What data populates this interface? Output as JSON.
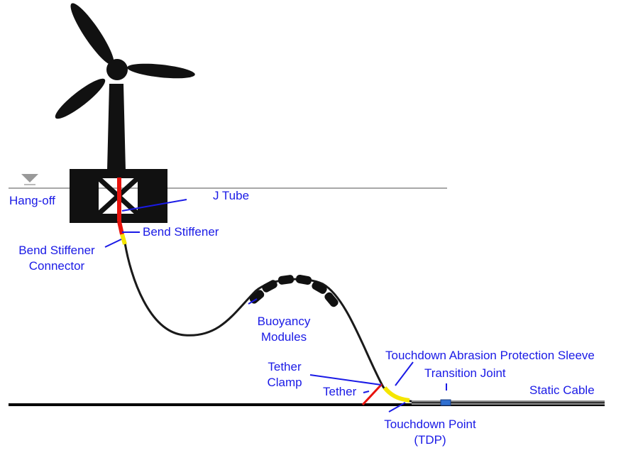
{
  "labels": {
    "hang_off": "Hang-off",
    "j_tube": "J Tube",
    "bend_stiffener": "Bend Stiffener",
    "bend_stiffener_connector": [
      "Bend Stiffener",
      "Connector"
    ],
    "buoyancy_modules": [
      "Buoyancy",
      "Modules"
    ],
    "tether_clamp": [
      "Tether",
      "Clamp"
    ],
    "tether": "Tether",
    "touchdown_abrasion_protection_sleeve": "Touchdown Abrasion Protection Sleeve",
    "transition_joint": "Transition Joint",
    "static_cable": "Static Cable",
    "touchdown_point": [
      "Touchdown Point",
      "(TDP)"
    ]
  },
  "colors": {
    "label_text": "#1a1ae6",
    "leader_line": "#1a1ae6",
    "turbine": "#111111",
    "j_tube": "#e8120c",
    "bend_stiffener": "#e8120c",
    "connector": "#f5e600",
    "abrasion_sleeve": "#f5e600",
    "tether": "#e8120c",
    "transition_joint": "#2f6fd0",
    "static_cable": "#8a8a8a",
    "sea_surface": "#a8a8a8",
    "seabed": "#000000"
  }
}
